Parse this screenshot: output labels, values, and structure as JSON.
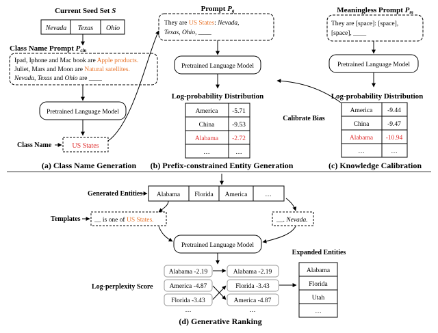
{
  "colors": {
    "accent": "#e8742a",
    "highlight": "#e03030",
    "line": "#000000",
    "node_border": "#999999"
  },
  "a": {
    "seed_title": "Current Seed Set",
    "seed_symbol": "S",
    "seeds": [
      "Nevada",
      "Texas",
      "Ohio"
    ],
    "prompt_title": "Class Name Prompt",
    "prompt_symbol": "P",
    "prompt_sub": "cln",
    "line1_plain": "Ipad, Iphone and Mac book are ",
    "line1_accent": "Apple products.",
    "line2_plain": "Juliet, Mars and Moon are ",
    "line2_accent": "Natural satellites.",
    "line3_e1": "Nevada",
    "line3_c1": ", ",
    "line3_e2": "Texas",
    "line3_c2": " and ",
    "line3_e3": "Ohio",
    "line3_c3": " are ____",
    "model": "Pretrained Language Model",
    "class_name_label": "Class Name",
    "class_name_value": "US States",
    "caption": "(a) Class Name Generation"
  },
  "b": {
    "prompt_title": "Prompt",
    "prompt_symbol": "P",
    "prompt_sub": "g",
    "p1_plain": "They are ",
    "p1_accent": "US States",
    "p1_colon": ": ",
    "p1_e1": "Nevada",
    "p1_comma": ",",
    "p2_e2": "Texas",
    "p2_comma1": ", ",
    "p2_e3": "Ohio",
    "p2_tail": ", ____",
    "model": "Pretrained Language Model",
    "dist_title": "Log-probability Distribution",
    "rows": [
      {
        "name": "America",
        "value": "-5.71",
        "highlight": false
      },
      {
        "name": "China",
        "value": "-9.53",
        "highlight": false
      },
      {
        "name": "Alabama",
        "value": "-2.72",
        "highlight": true
      },
      {
        "name": "…",
        "value": "…",
        "highlight": false
      }
    ],
    "caption": "(b) Prefix-constrained Entity Generation"
  },
  "c": {
    "prompt_title": "Meaningless Prompt",
    "prompt_symbol": "P",
    "prompt_sub": "m",
    "line1": "They are [space]: [space],",
    "line2": "[space], ____",
    "model": "Pretrained Language Model",
    "dist_title": "Log-probability Distribution",
    "rows": [
      {
        "name": "America",
        "value": "-9.44",
        "highlight": false
      },
      {
        "name": "China",
        "value": "-9.47",
        "highlight": false
      },
      {
        "name": "Alabama",
        "value": "-10.94",
        "highlight": true
      },
      {
        "name": "…",
        "value": "…",
        "highlight": false
      }
    ],
    "calibrate_label": "Calibrate Bias",
    "caption": "(c) Knowledge Calibration"
  },
  "d": {
    "generated_label": "Generated Entities",
    "entities": [
      "Alabama",
      "Florida",
      "America",
      "…"
    ],
    "templates_label": "Templates",
    "template1_blank": "__",
    "template1_plain": " is one of ",
    "template1_accent": "US States.",
    "template2_blank": "__",
    "template2_plain": ". ",
    "template2_italic": "Nevada.",
    "model": "Pretrained Language Model",
    "score_label": "Log-perplexity Score",
    "left_scores": [
      "Alabama -2.19",
      "America -4.87",
      "Florida -3.43",
      "…"
    ],
    "right_scores": [
      "Alabama -2.19",
      "Florida -3.43",
      "America -4.87",
      "…"
    ],
    "expanded_label": "Expanded Entities",
    "expanded": [
      "Alabama",
      "Florida",
      "Utah",
      "…"
    ],
    "caption": "(d) Generative Ranking"
  }
}
